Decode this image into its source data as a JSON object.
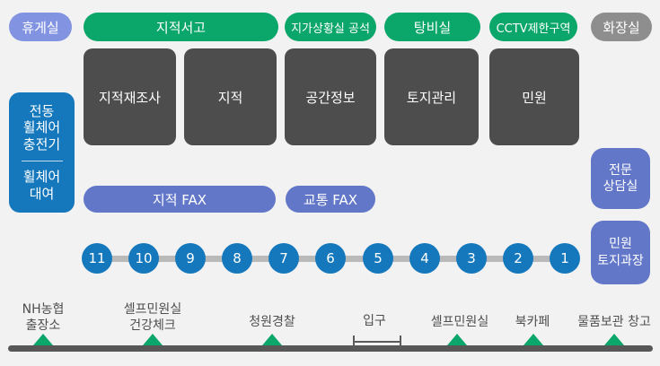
{
  "colors": {
    "background": "#f2f2f2",
    "green": "#0aa66a",
    "dark_room": "#4d4d4d",
    "gray": "#8e8e8e",
    "lavender": "#8294e1",
    "periwinkle": "#6377c9",
    "blue": "#1578bd",
    "counter_track": "#b9b9b9",
    "wall_line": "#575757",
    "label_text": "#4e4e4e"
  },
  "top_row": {
    "pills": [
      {
        "label": "휴게실"
      },
      {
        "label": "지적서고"
      },
      {
        "label": "지가상황실 공석"
      },
      {
        "label": "탕비실"
      },
      {
        "label": "CCTV제한구역"
      },
      {
        "label": "화장실"
      }
    ]
  },
  "departments": [
    {
      "label": "지적재조사"
    },
    {
      "label": "지적"
    },
    {
      "label": "공간정보"
    },
    {
      "label": "토지관리"
    },
    {
      "label": "민원"
    }
  ],
  "left_panel": {
    "top_label": "전동\n휠체어\n충전기",
    "bottom_label": "휠체어\n대여"
  },
  "fax_pills": [
    {
      "label": "지적 FAX"
    },
    {
      "label": "교통 FAX"
    }
  ],
  "side_boxes": [
    {
      "label": "전문\n상담실"
    },
    {
      "label": "민원\n토지과장"
    }
  ],
  "counters": {
    "numbers": [
      "11",
      "10",
      "9",
      "8",
      "7",
      "6",
      "5",
      "4",
      "3",
      "2",
      "1"
    ]
  },
  "bottom_row": {
    "labels": [
      {
        "label": "NH농협\n출장소"
      },
      {
        "label": "셀프민원실\n건강체크"
      },
      {
        "label": "청원경찰"
      },
      {
        "label": "입구"
      },
      {
        "label": "셀프민원실"
      },
      {
        "label": "북카페"
      },
      {
        "label": "물품보관 창고"
      }
    ]
  }
}
